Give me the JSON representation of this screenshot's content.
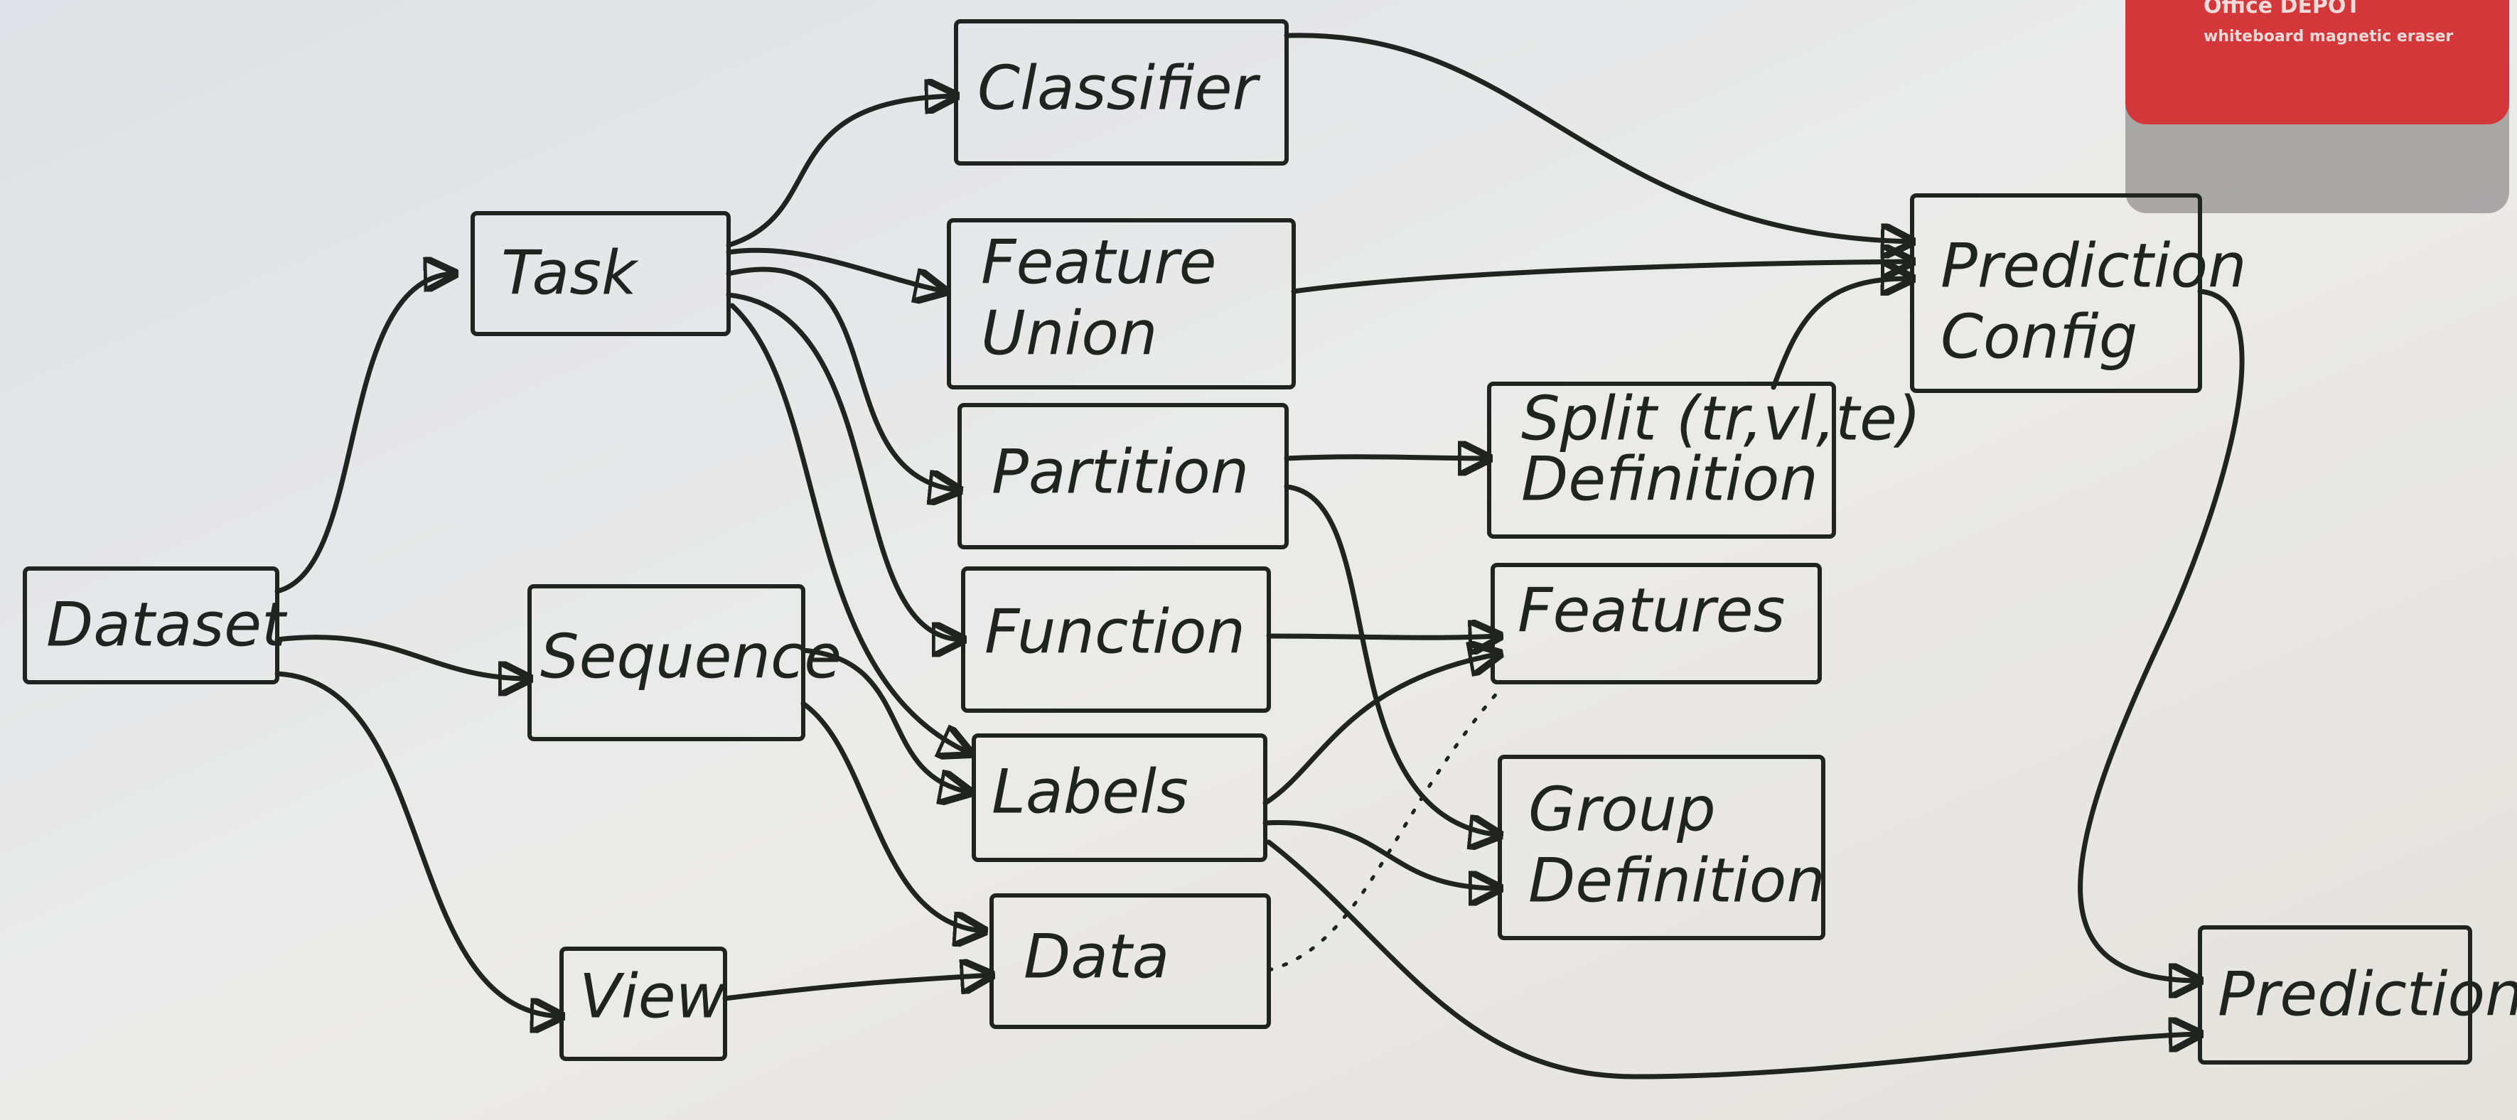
{
  "nodes": {
    "dataset": "Dataset",
    "task": "Task",
    "sequence": "Sequence",
    "view": "View",
    "classifier": "Classifier",
    "feature_union": [
      "Feature",
      "Union"
    ],
    "partition": "Partition",
    "function": "Function",
    "labels": "Labels",
    "data": "Data",
    "split_definition": [
      "Split (tr,vl,te)",
      "Definition"
    ],
    "features": "Features",
    "group_definition": [
      "Group",
      "Definition"
    ],
    "prediction_config": [
      "Prediction",
      "Config"
    ],
    "prediction": "Prediction"
  },
  "eraser": {
    "brand": "Office DEPOT",
    "caption": "whiteboard magnetic eraser"
  },
  "colors": {
    "board": "#e7e8ea",
    "ink": "#1f2420",
    "eraser": "#d4373a"
  }
}
